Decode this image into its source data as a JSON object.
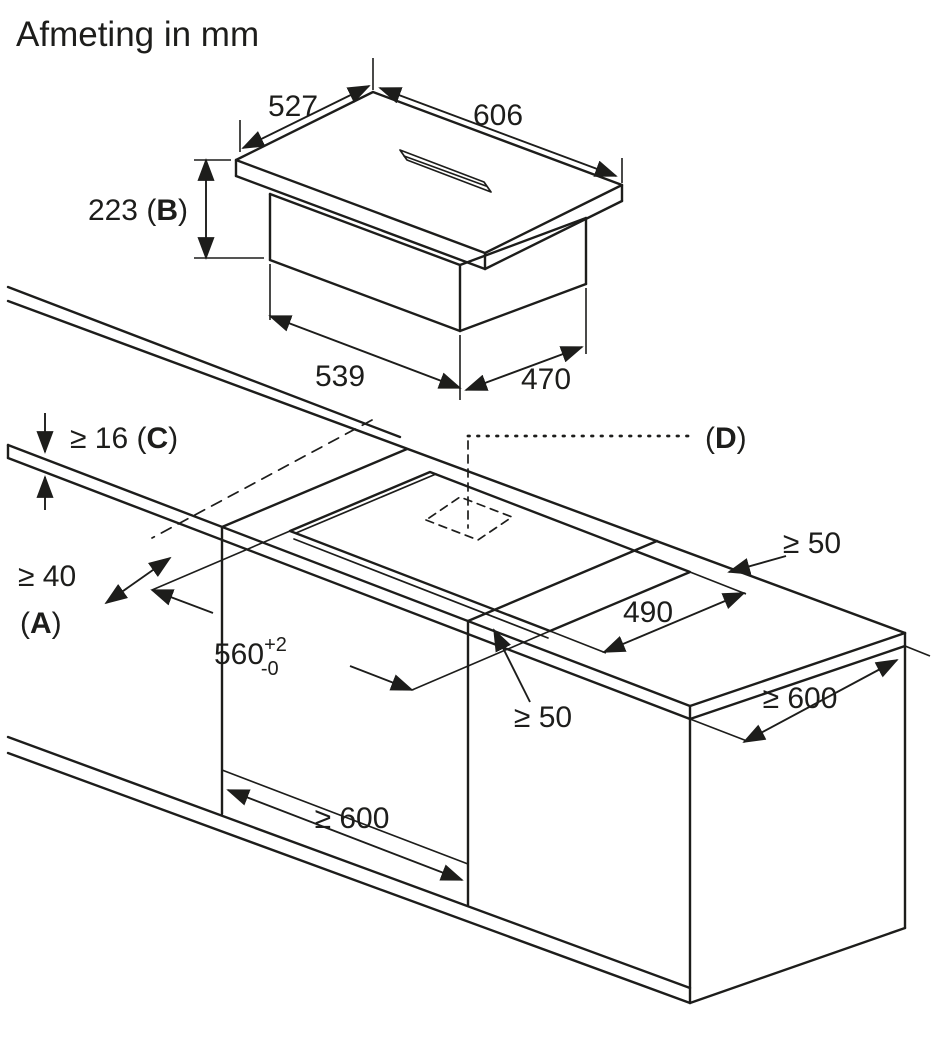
{
  "title": "Afmeting in mm",
  "colors": {
    "line": "#1d1d1b",
    "background": "#ffffff"
  },
  "appliance": {
    "top_width": "527",
    "top_depth": "606",
    "height_value": "223",
    "height_open": " (",
    "height_letter": "B",
    "height_close": ")",
    "bottom_width": "539",
    "bottom_depth": "470"
  },
  "installation": {
    "thickness_value": "≥ 16",
    "thickness_open": " (",
    "thickness_letter": "C",
    "thickness_close": ")",
    "side_value": "≥ 40",
    "side_open": "(",
    "side_letter": "A",
    "side_close": ")",
    "cutout_width_base": "560",
    "cutout_width_plus": "+2",
    "cutout_width_minus": "-0",
    "cutout_depth": "490",
    "rear_clearance": "≥ 50",
    "front_clearance": "≥ 50",
    "cabinet_width": "≥ 600",
    "worktop_depth": "≥ 600",
    "outlet_open": "(",
    "outlet_letter": "D",
    "outlet_close": ")"
  }
}
